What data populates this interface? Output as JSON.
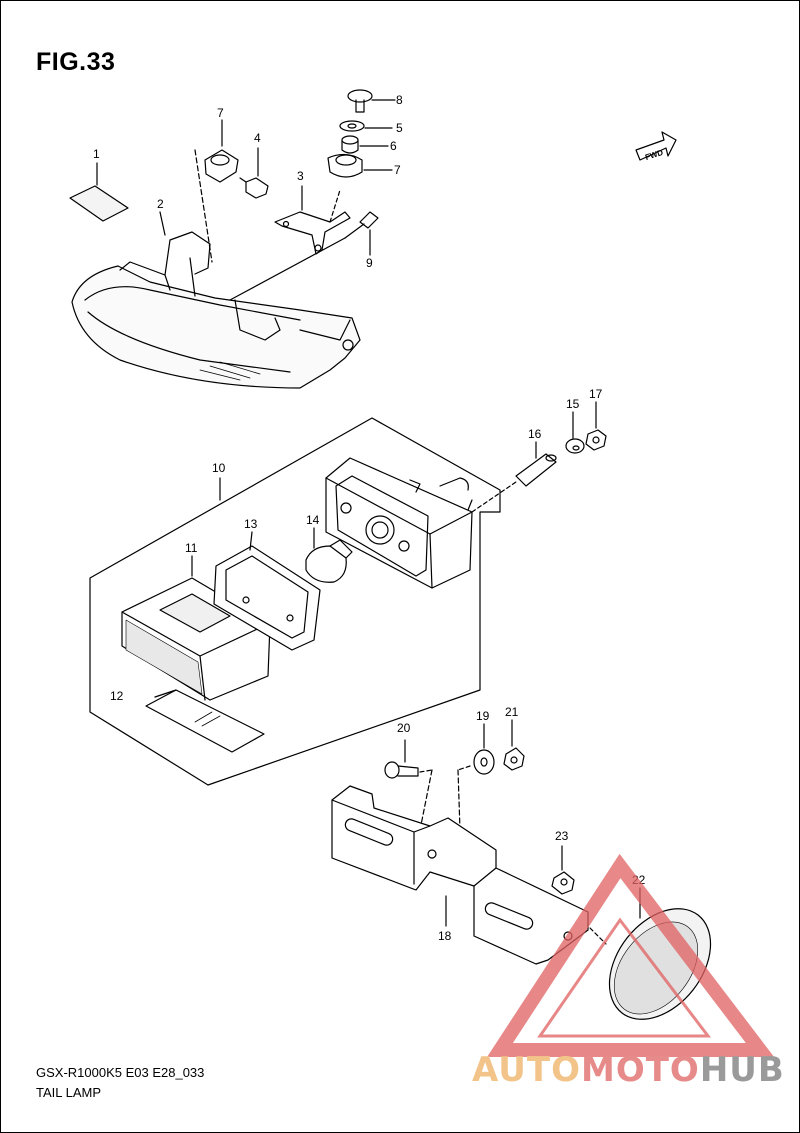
{
  "figure": {
    "title": "FIG.33",
    "model_code": "GSX-R1000K5 E03 E28_033",
    "name": "TAIL LAMP",
    "fwd_label": "FWD"
  },
  "callouts": [
    "1",
    "2",
    "3",
    "4",
    "5",
    "6",
    "7",
    "7",
    "8",
    "9",
    "10",
    "11",
    "12",
    "13",
    "14",
    "15",
    "16",
    "17",
    "18",
    "19",
    "20",
    "21",
    "22",
    "23"
  ],
  "watermark": {
    "part_a": "AUTO",
    "part_b": "MOTO",
    "part_c": "HUB",
    "colors": {
      "auto": "#f2c48a",
      "moto": "#e68a8a",
      "hub": "#9a9a9a",
      "triangle": "#e06060"
    }
  }
}
